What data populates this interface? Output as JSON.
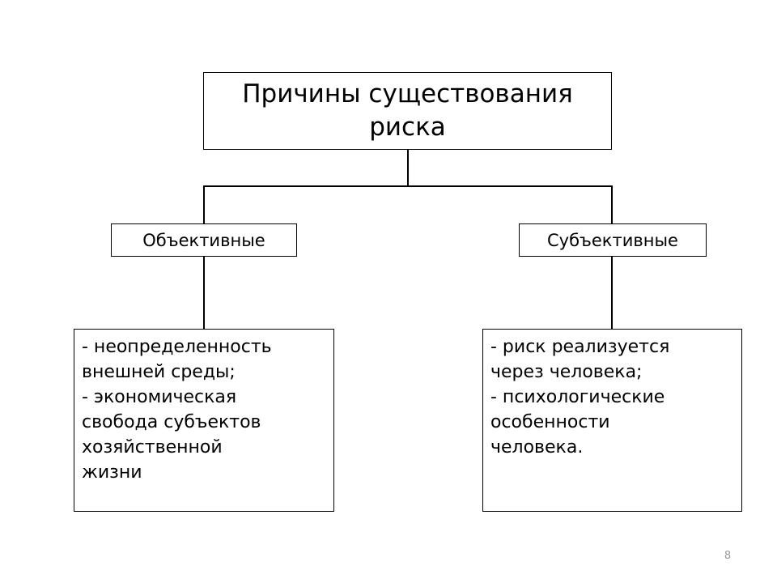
{
  "diagram": {
    "title": [
      "Причины существования",
      "риска"
    ],
    "objective": {
      "label": "Объективные",
      "lines": [
        "- неопределенность",
        "внешней среды;",
        "- экономическая",
        "свобода субъектов",
        "хозяйственной",
        "жизни"
      ]
    },
    "subjective": {
      "label": "Субъективные",
      "lines": [
        "- риск реализуется",
        "через человека;",
        "- психологические",
        "особенности",
        "человека."
      ]
    }
  },
  "page_number": "8",
  "colors": {
    "line": "#000000",
    "background": "#ffffff",
    "page_number": "#9a9a9a"
  }
}
